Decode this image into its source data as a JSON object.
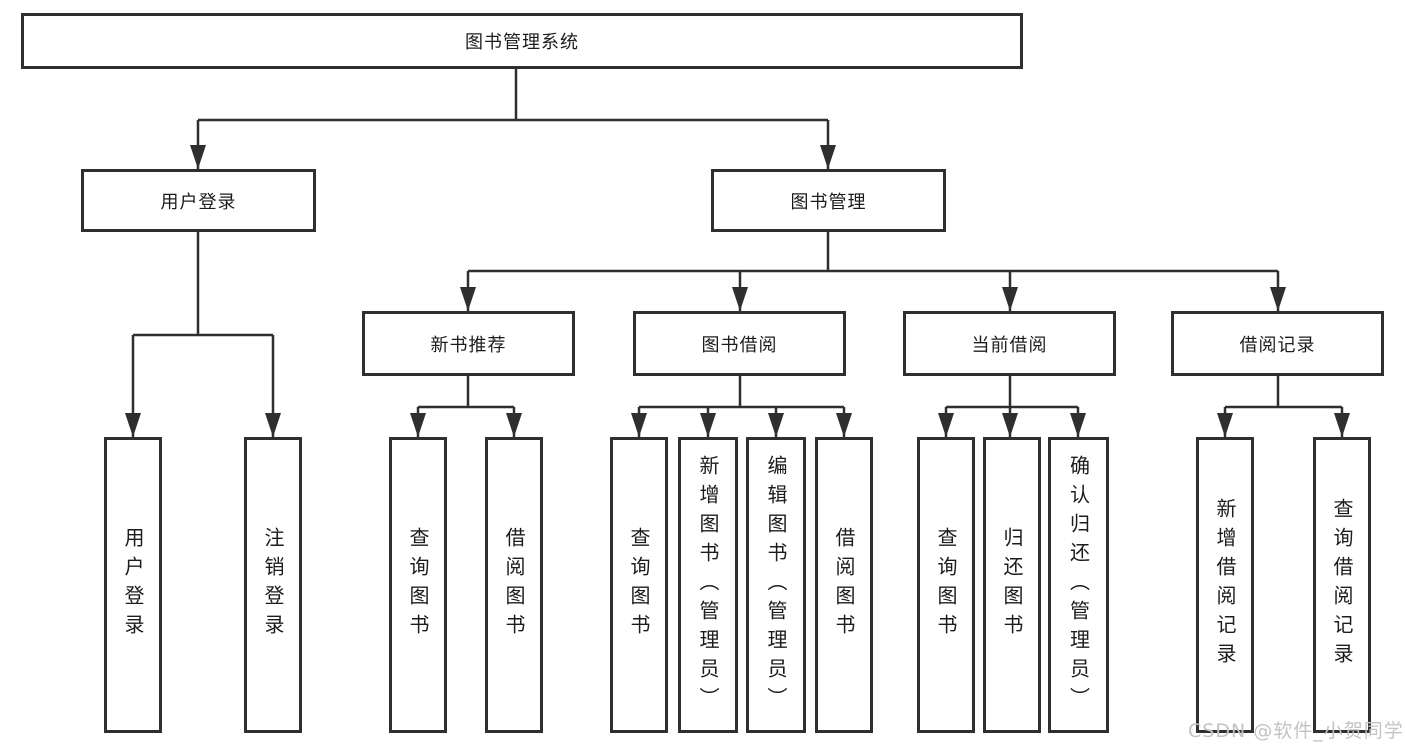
{
  "diagram_title": "图书管理系统",
  "tree": {
    "root": {
      "label": "图书管理系统"
    },
    "level2": [
      {
        "label": "用户登录",
        "children": [
          {
            "label": "用户登录"
          },
          {
            "label": "注销登录"
          }
        ]
      },
      {
        "label": "图书管理",
        "children": [
          {
            "label": "新书推荐",
            "children": [
              {
                "label": "查询图书"
              },
              {
                "label": "借阅图书"
              }
            ]
          },
          {
            "label": "图书借阅",
            "children": [
              {
                "label": "查询图书"
              },
              {
                "label": "新增图书（管理员）"
              },
              {
                "label": "编辑图书（管理员）"
              },
              {
                "label": "借阅图书"
              }
            ]
          },
          {
            "label": "当前借阅",
            "children": [
              {
                "label": "查询图书"
              },
              {
                "label": "归还图书"
              },
              {
                "label": "确认归还（管理员）"
              }
            ]
          },
          {
            "label": "借阅记录",
            "children": [
              {
                "label": "新增借阅记录"
              },
              {
                "label": "查询借阅记录"
              }
            ]
          }
        ]
      }
    ]
  },
  "watermark": {
    "text": "CSDN @软件_小贺同学"
  },
  "colors": {
    "line": "#2f2f2f",
    "box_border": "#2f2f2f",
    "text": "#1c1c1c",
    "background": "#ffffff",
    "watermark": "#c3c3c3"
  }
}
